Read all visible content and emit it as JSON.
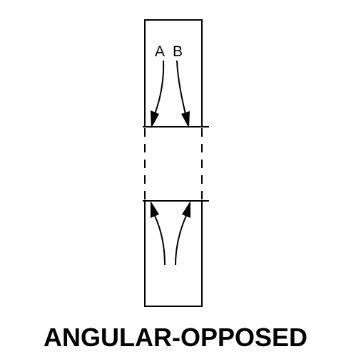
{
  "diagram": {
    "label_a": "A",
    "label_b": "B",
    "caption": "ANGULAR-OPPOSED"
  },
  "colors": {
    "stroke": "#000000",
    "background": "#ffffff"
  }
}
